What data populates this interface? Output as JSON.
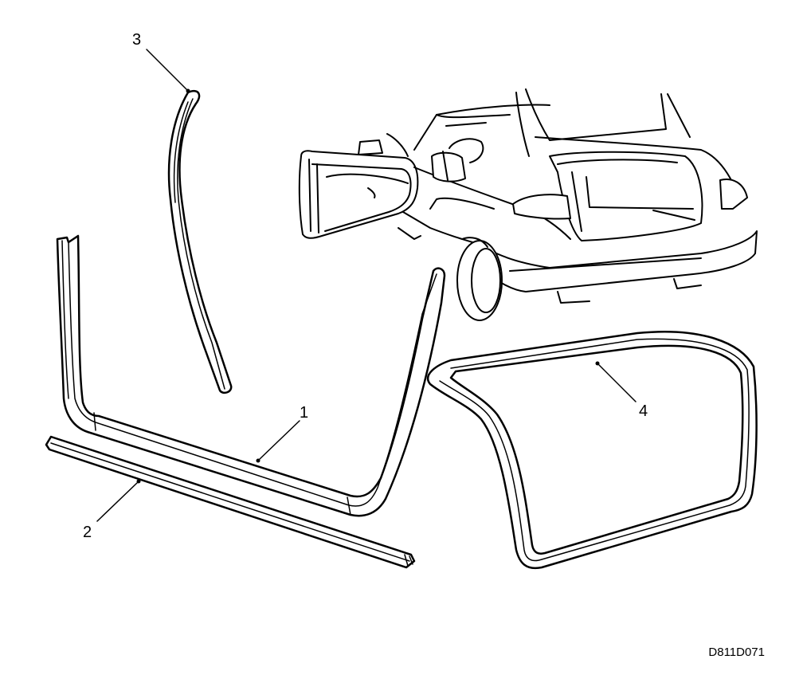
{
  "callouts": {
    "part_1": "1",
    "part_2": "2",
    "part_3": "3",
    "part_4": "4"
  },
  "reference_code": "D811D071"
}
